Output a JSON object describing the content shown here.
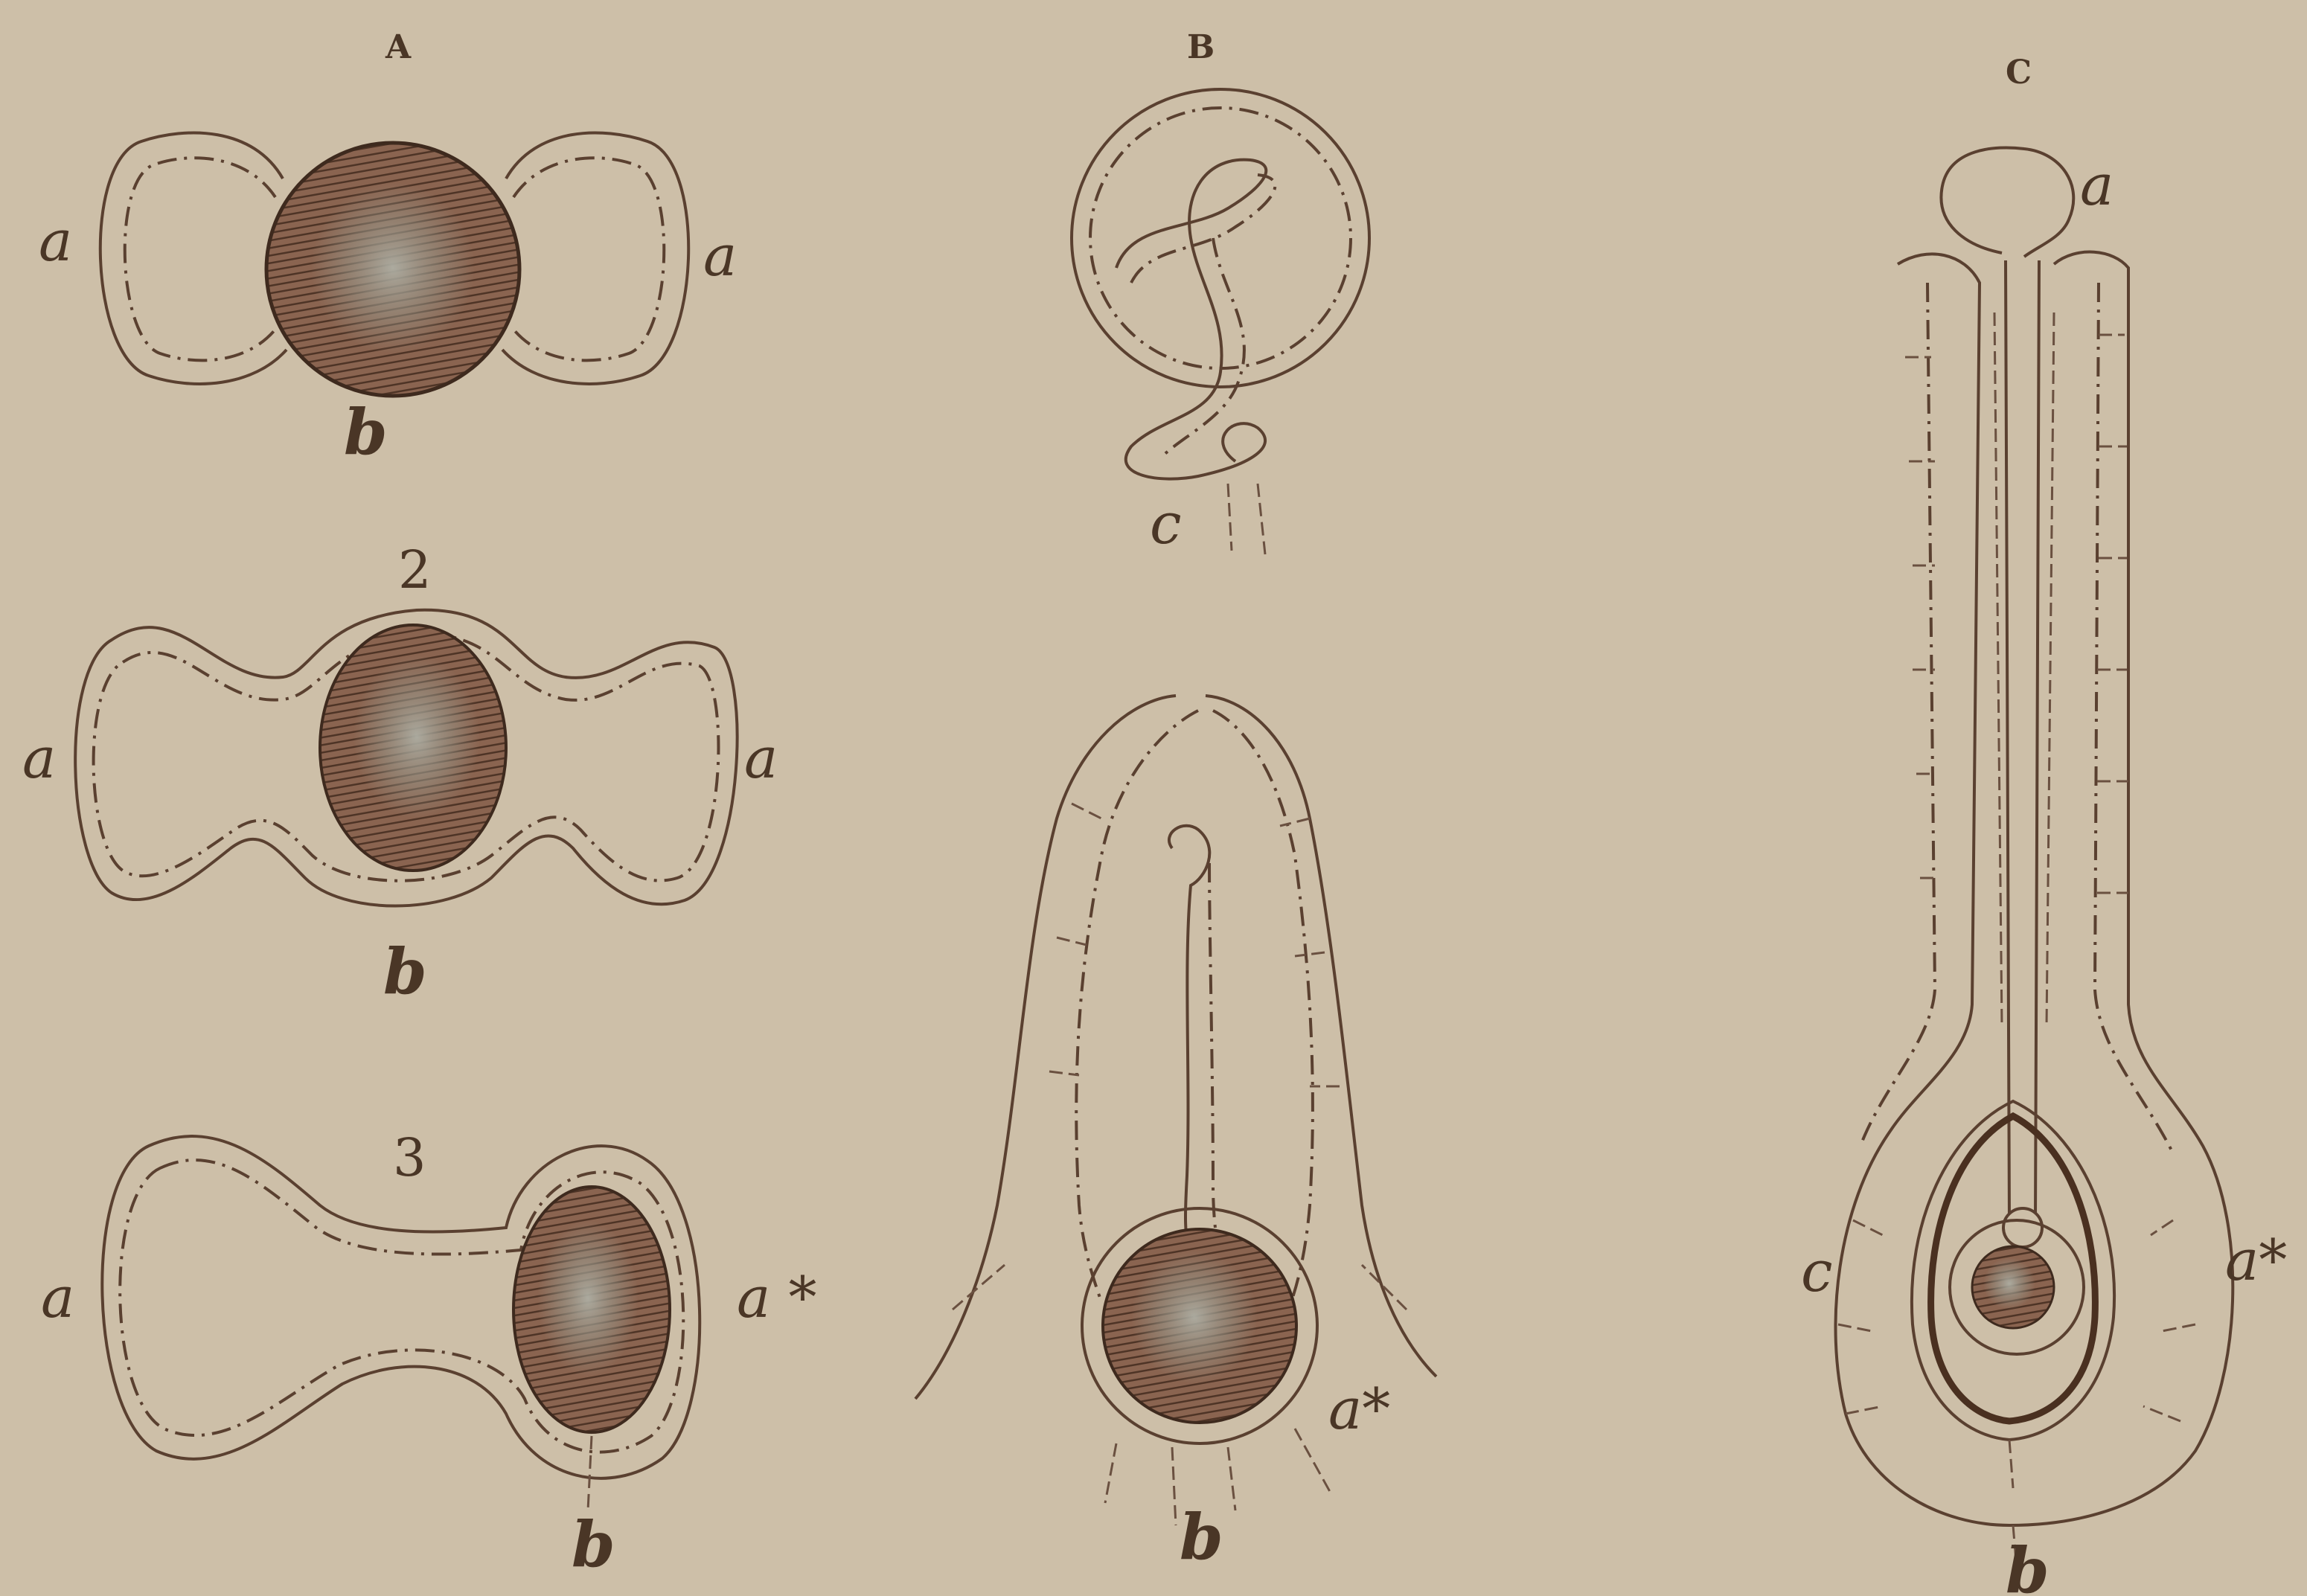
{
  "panels": {
    "A": {
      "letter": "A",
      "stage1": {
        "label_left": "a",
        "label_right": "a",
        "label_bottom": "b"
      },
      "stage2": {
        "number": "2",
        "label_left": "a",
        "label_right": "a",
        "label_bottom": "b"
      },
      "stage3": {
        "number": "3",
        "label_left": "a",
        "label_right": "a *",
        "label_bottom": "b"
      }
    },
    "B": {
      "letter": "B",
      "upper": {
        "label_bottom": "c"
      },
      "lower": {
        "label_right": "a*",
        "label_bottom": "b"
      }
    },
    "C": {
      "letter": "C",
      "label_top": "a",
      "label_left": "c",
      "label_right": "a*",
      "label_bottom": "b"
    }
  },
  "colors": {
    "paper": "#cdbfa8",
    "ink": "#5a4030",
    "nucleus_fill": "#7a5a48",
    "nucleus_core": "#a9a79a"
  }
}
